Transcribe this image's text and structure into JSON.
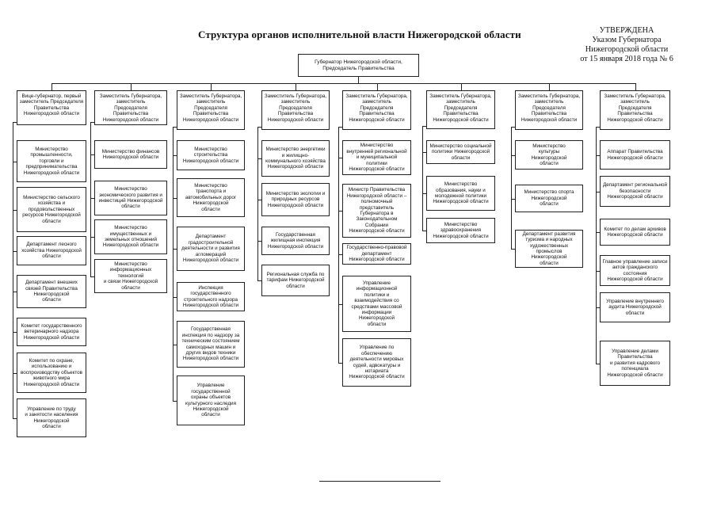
{
  "title": "Структура органов исполнительной власти Нижегородской области",
  "approval": {
    "line1": "УТВЕРЖДЕНА",
    "line2": "Указом Губернатора",
    "line3": "Нижегородской области",
    "line4": "от 15 января 2018 года № 6"
  },
  "governor": "Губернатор Нижегородской области,\nПредседатель Правительства",
  "columns": [
    {
      "head": "Вице-губернатор, первый\nзаместитель Председателя\nПравительства\nНижегородской области",
      "units": [
        "Министерство\nпромышленности,\nторговли и\nпредпринимательства\nНижегородской области",
        "Министерство сельского\nхозяйства и\nпродовольственных\nресурсов Нижегородской\nобласти",
        "Департамент лесного\nхозяйства Нижегородской\nобласти",
        "Департамент внешних\nсвязей Правительства\nНижегородской\nобласти",
        "Комитет государственного\nветеринарного надзора\nНижегородской области",
        "Комитет по охране,\nиспользованию и\nвоспроизводству объектов\nживотного мира\nНижегородской области",
        "Управление по труду\nи занятости населения\nНижегородской\nобласти"
      ]
    },
    {
      "head": "Заместитель Губернатора,\nзаместитель\nПредседателя\nПравительства\nНижегородской области",
      "units": [
        "Министерство финансов\nНижегородской области",
        "Министерство\nэкономического развития и\nинвестиций Нижегородской\nобласти",
        "Министерство\nимущественных и\nземельных отношений\nНижегородской области",
        "Министерство\nинформационных технологий\nи связи Нижегородской\nобласти"
      ]
    },
    {
      "head": "Заместитель Губернатора,\nзаместитель\nПредседателя\nПравительства\nНижегородской области",
      "units": [
        "Министерство\nстроительства\nНижегородской области",
        "Министерство\nтранспорта и\nавтомобильных дорог\nНижегородской\nобласти",
        "Департамент\nградостроительной\nдеятельности и развития\nагломераций\nНижегородской области",
        "Инспекция\nгосударственного\nстроительного надзора\nНижегородской области",
        "Государственная\nинспекция по надзору за\nтехническим состоянием\nсамоходных машин и\nдругих видов техники\nНижегородской области",
        "Управление\nгосударственной\nохраны объектов\nкультурного наследия\nНижегородской\nобласти"
      ]
    },
    {
      "head": "Заместитель Губернатора,\nзаместитель\nПредседателя\nПравительства\nНижегородской области",
      "units": [
        "Министерство энергетики\nи жилищно-\nкоммунального хозяйства\nНижегородской области",
        "Министерство экологии и\nприродных ресурсов\nНижегородской области",
        "Государственная\nжилищная инспекция\nНижегородской области",
        "Региональная служба по\nтарифам Нижегородской\nобласти"
      ]
    },
    {
      "head": "Заместитель Губернатора,\nзаместитель\nПредседателя\nПравительства\nНижегородской области",
      "units": [
        "Министерство\nвнутренней региональной\nи муниципальной\nполитики\nНижегородской области",
        "Министр Правительства\nНижегородской области –\nполномочный\nпредставитель\nГубернатора в\nЗаконодательном Собрании\nНижегородской области",
        "Государственно-правовой\nдепартамент\nНижегородской области",
        "Управление\nинформационной\nполитики и\nвзаимодействия со\nсредствами массовой\nинформации\nНижегородской\nобласти",
        "Управление по\nобеспечению\nдеятельности мировых\nсудей, адвокатуры и\nнотариата\nНижегородской области"
      ]
    },
    {
      "head": "Заместитель Губернатора,\nзаместитель\nПредседателя\nПравительства\nНижегородской области",
      "units": [
        "Министерство социальной\nполитики Нижегородской\nобласти",
        "Министерство\nобразования, науки и\nмолодежной политики\nНижегородской области",
        "Министерство\nздравоохранения\nНижегородской области"
      ]
    },
    {
      "head": "Заместитель Губернатора,\nзаместитель\nПредседателя\nПравительства\nНижегородской области",
      "units": [
        "Министерство\nкультуры\nНижегородской\nобласти",
        "Министерство спорта\nНижегородской\nобласти",
        "Департамент развития\nтуризма и народных\nхудожественных\nпромыслов\nНижегородской\nобласти"
      ]
    },
    {
      "head": "Заместитель Губернатора,\nзаместитель\nПредседателя\nПравительства\nНижегородской области",
      "units": [
        "Аппарат Правительства\nНижегородской области",
        "Департамент региональной\nбезопасности\nНижегородской области",
        "Комитет по делам архивов\nНижегородской области",
        "Главное управление записи\nактов гражданского состояния\nНижегородской области",
        "Управление внутреннего\nаудита Нижегородской\nобласти",
        "Управление делами\nПравительства\nи развития кадрового\nпотенциала\nНижегородской области"
      ]
    }
  ]
}
